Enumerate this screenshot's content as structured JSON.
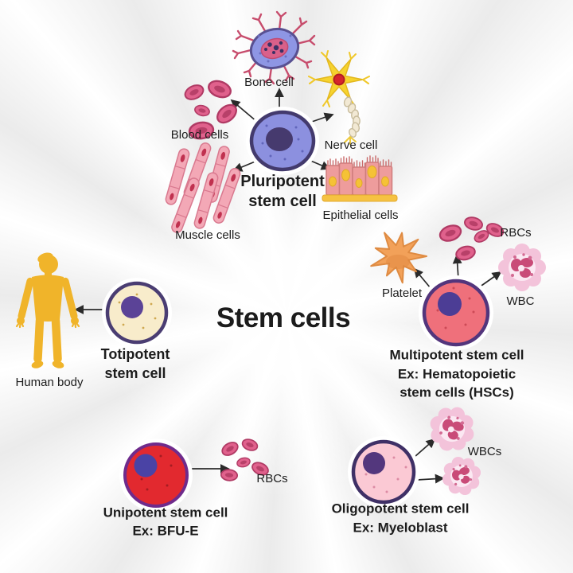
{
  "title": "Stem cells",
  "pluripotent": {
    "line1": "Pluripotent",
    "line2": "stem cell",
    "bone": "Bone cell",
    "nerve": "Nerve cell",
    "blood": "Blood cells",
    "muscle": "Muscle cells",
    "epithelial": "Epithelial cells"
  },
  "totipotent": {
    "line1": "Totipotent",
    "line2": "stem cell",
    "human_body": "Human body"
  },
  "multipotent": {
    "name": "Multipotent stem cell",
    "ex1": "Ex: Hematopoietic",
    "ex2": "stem cells (HSCs)",
    "platelet": "Platelet",
    "rbcs": "RBCs",
    "wbc": "WBC"
  },
  "unipotent": {
    "name": "Unipotent stem cell",
    "ex": "Ex: BFU-E",
    "rbcs": "RBCs"
  },
  "oligopotent": {
    "name": "Oligopotent stem cell",
    "ex": "Ex: Myeloblast",
    "wbcs": "WBCs"
  },
  "colors": {
    "background_ray_gray": "#ebebeb",
    "background_ray_white": "#ffffff",
    "text": "#1c1c1c",
    "pluripotent_fill": "#8c90df",
    "totipotent_fill": "#f8eccb",
    "multipotent_fill": "#ef707b",
    "unipotent_fill": "#e2292f",
    "oligopotent_fill": "#fbc9d4",
    "nucleus_purple": "#4c3d95",
    "human_body_gold": "#f0b42a",
    "platelet_orange": "#f2a159",
    "rbc_pink": "#e0618c",
    "wbc_pink": "#f3c3da",
    "nerve_yellow": "#f6d32e",
    "bone_cell_blue": "#8e96e4",
    "muscle_pink": "#f3a8b6",
    "epithelial_pink": "#ee9c9c"
  }
}
